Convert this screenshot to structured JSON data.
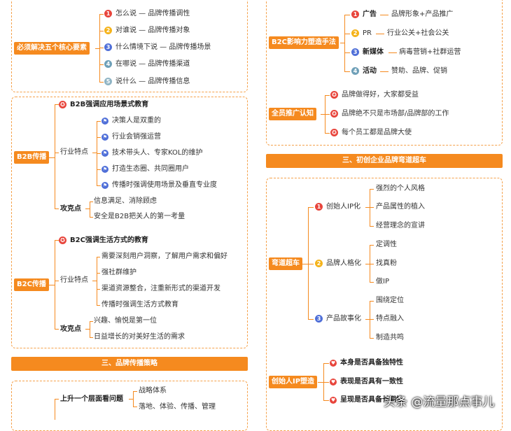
{
  "left": {
    "core": {
      "label": "必须解决五个核心要素",
      "items": [
        {
          "num": "1",
          "text": "怎么说 — 品牌传播调性"
        },
        {
          "num": "2",
          "text": "对谁说 — 品牌传播对象"
        },
        {
          "num": "3",
          "text": "什么情境下说 — 品牌传播场景"
        },
        {
          "num": "4",
          "text": "在哪说 — 品牌传播渠道"
        },
        {
          "num": "5",
          "text": "说什么 — 品牌传播信息"
        }
      ]
    },
    "b2b": {
      "label": "B2B传播",
      "head": "B2B强调应用场景式教育",
      "feature_label": "行业特点",
      "features": [
        "决策人是双重的",
        "行业会销强运营",
        "技术带头人、专家KOL的维护",
        "打造生态圈、共同圈用户",
        "传播时强调使用场景及垂直专业度"
      ],
      "attack_label": "攻克点",
      "attacks": [
        "信息满足、消除顾虑",
        "安全是B2B把关人的第一考量"
      ]
    },
    "b2c": {
      "label": "B2C传播",
      "head": "B2C强调生活方式的教育",
      "feature_label": "行业特点",
      "features": [
        "需要深刻用户洞察，了解用户需求和偏好",
        "强社群维护",
        "渠道资源整合，注重新形式的渠道开发",
        "传播时强调生活方式教育"
      ],
      "attack_label": "攻克点",
      "attacks": [
        "兴趣、愉悦是第一位",
        "日益增长的对美好生活的需求"
      ]
    },
    "strategy": {
      "banner": "三、品牌传播策略",
      "first_label": "上升一个层面看问题",
      "items": [
        "战略体系",
        "落地、体验、传播、管理"
      ]
    }
  },
  "right": {
    "b2c_influence": {
      "label": "B2C影响力塑造手法",
      "items": [
        {
          "num": "1",
          "key": "广告",
          "rest": "品牌形象+产品推广"
        },
        {
          "num": "2",
          "key": "PR",
          "rest": "行业公关+社会公关"
        },
        {
          "num": "3",
          "key": "新媒体",
          "rest": "病毒营销+社群运营"
        },
        {
          "num": "4",
          "key": "活动",
          "rest": "赞助、品牌、促销"
        }
      ]
    },
    "all_staff": {
      "label": "全员推广认知",
      "items": [
        "品牌做得好，大家都受益",
        "品牌绝不只是市场部/品牌部的工作",
        "每个员工都是品牌大使"
      ]
    },
    "overtake": {
      "banner": "三、初创企业品牌弯道超车",
      "label": "弯道超车",
      "groups": [
        {
          "num": "1",
          "title": "创始人IP化",
          "items": [
            "强烈的个人风格",
            "产品属性的植入",
            "经营理念的宣讲"
          ]
        },
        {
          "num": "2",
          "title": "品牌人格化",
          "items": [
            "定调性",
            "找真粉",
            "做IP"
          ]
        },
        {
          "num": "3",
          "title": "产品故事化",
          "items": [
            "围绕定位",
            "特点融入",
            "制造共鸣"
          ]
        }
      ]
    },
    "founder_ip": {
      "label": "创始人IP塑造",
      "items": [
        "本身是否具备独特性",
        "表现是否具有一致性",
        "呈现是否具备长期性"
      ]
    }
  },
  "watermark": "头条 @流量那点事儿",
  "colors": {
    "accent": "#f58a1f",
    "red": "#e8453c",
    "yellow": "#f5b31a",
    "blue": "#4f6fd8"
  }
}
